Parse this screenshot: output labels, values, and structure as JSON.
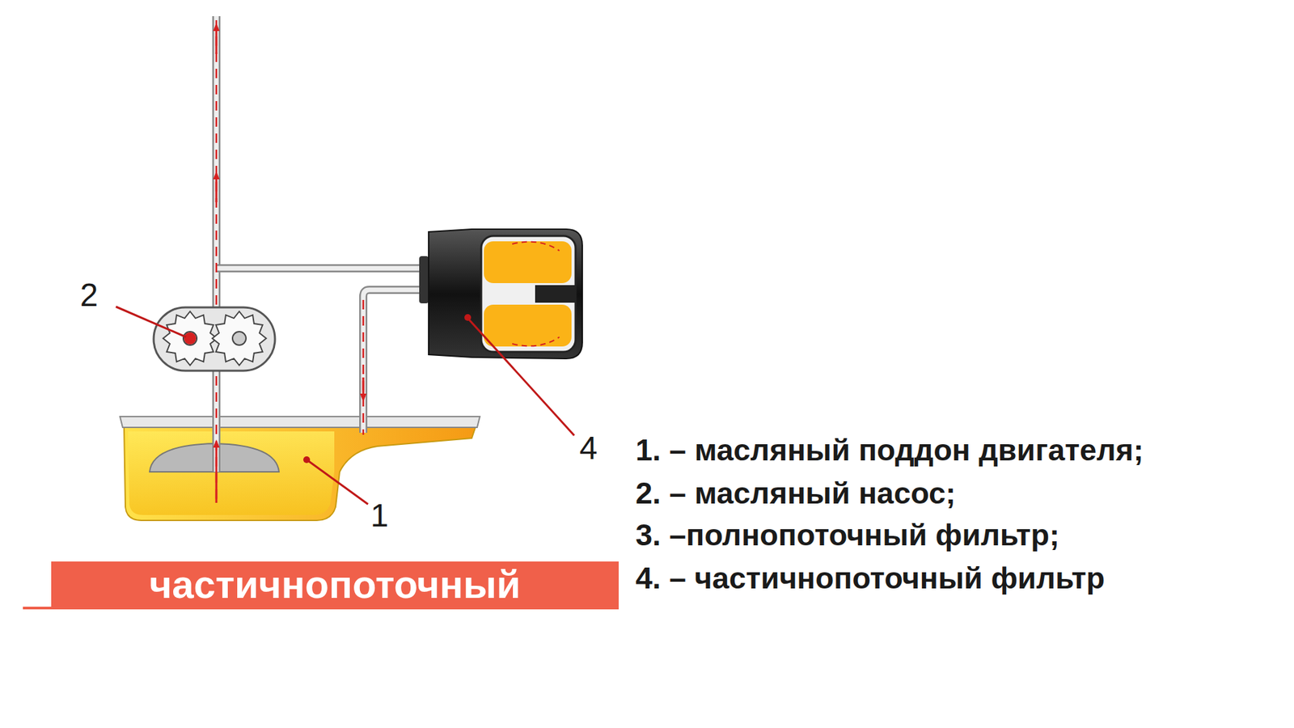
{
  "diagram": {
    "nodes": [
      {
        "text": [
          "частичнопоточный"
        ]
      }
    ],
    "labels": [
      "2",
      "4",
      "1",
      "1. – масляный поддон двигателя;",
      "2. – масляный насос;",
      "3. –полнопоточный фильтр;",
      "4. – частичнопоточный фильтр"
    ]
  }
}
